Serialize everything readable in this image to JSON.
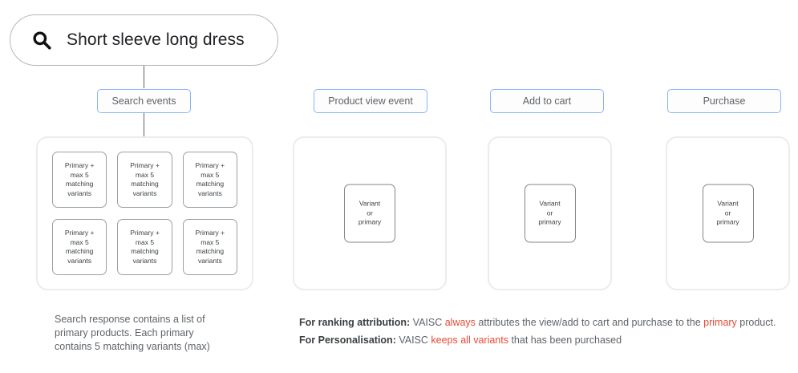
{
  "search": {
    "icon": "search-icon",
    "query": "Short sleeve long dress"
  },
  "pills": {
    "search_events": "Search events",
    "product_view": "Product view event",
    "add_to_cart": "Add to cart",
    "purchase": "Purchase"
  },
  "primary_card": {
    "line1": "Primary +",
    "line2": "max 5",
    "line3": "matching",
    "line4": "variants"
  },
  "primary_cards": [
    {
      "text": "Primary + max 5 matching variants"
    },
    {
      "text": "Primary + max 5 matching variants"
    },
    {
      "text": "Primary + max 5 matching variants"
    },
    {
      "text": "Primary + max 5 matching variants"
    },
    {
      "text": "Primary + max 5 matching variants"
    },
    {
      "text": "Primary + max 5 matching variants"
    }
  ],
  "variant_card": {
    "line1": "Variant",
    "line2": "or",
    "line3": "primary"
  },
  "captions": {
    "left_line1": "Search response contains a list of",
    "left_line2": "primary products. Each primary",
    "left_line3": "contains 5 matching variants (max)"
  },
  "notes": {
    "ranking": {
      "label": "For ranking attribution:",
      "part1": " VAISC ",
      "highlight1": "always",
      "part2": " attributes the view/add to cart and purchase to the ",
      "highlight2": "primary",
      "part3": " product."
    },
    "personalisation": {
      "label": "For Personalisation:",
      "part1": " VAISC ",
      "highlight1": "keeps all variants",
      "part2": " that has been purchased"
    }
  },
  "colors": {
    "pill_border": "#8ab4f8",
    "panel_border": "#ebecee",
    "card_border": "#9aa0a6",
    "highlight": "#ea4b35",
    "text": "#5f6368"
  }
}
